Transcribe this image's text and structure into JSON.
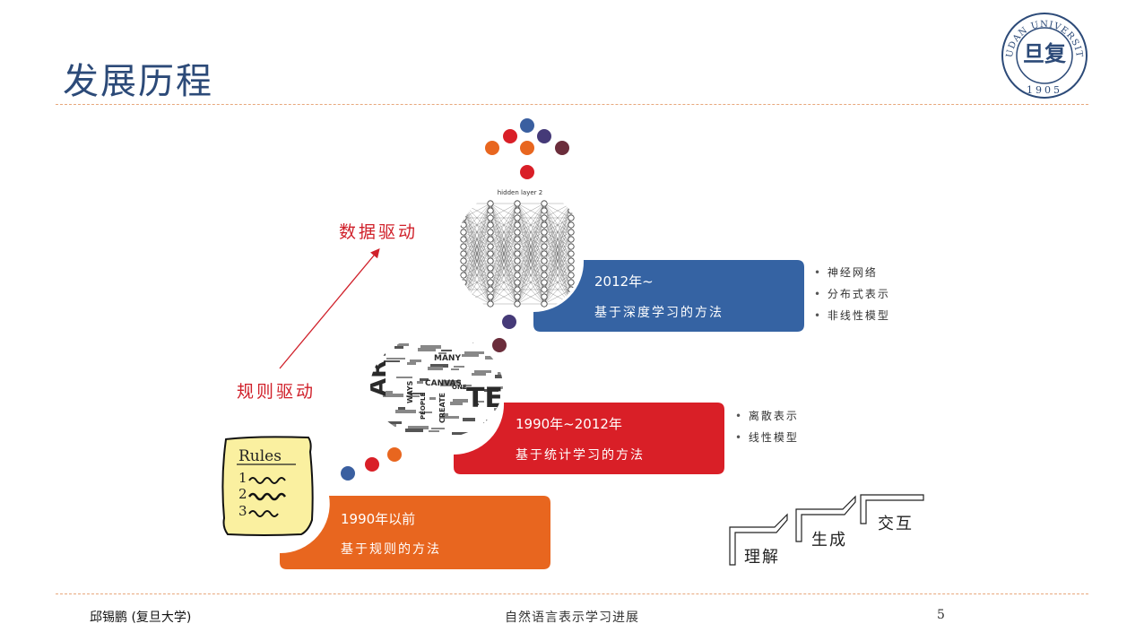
{
  "slide": {
    "title": "发展历程",
    "page_number": "5"
  },
  "logo": {
    "arc_text": "FUDAN UNIVERSITY",
    "year": "1905",
    "glyph": "旦复"
  },
  "drivers": {
    "rule": "规则驱动",
    "data": "数据驱动"
  },
  "rules_note": {
    "heading": "Rules",
    "items": [
      "1",
      "2",
      "3"
    ]
  },
  "nn_caption": "hidden layer 2",
  "wordcloud_words": [
    "ART",
    "TEX",
    "CANVAS",
    "MANY",
    "WAYS",
    "CREATE",
    "PEOPLE",
    "ONE"
  ],
  "stages": [
    {
      "year": "1990年以前",
      "method": "基于规则的方法",
      "color": "#e8661f"
    },
    {
      "year": "1990年~2012年",
      "method": "基于统计学习的方法",
      "color": "#d91f27",
      "bullets": [
        "离散表示",
        "线性模型"
      ]
    },
    {
      "year": "2012年~",
      "method": "基于深度学习的方法",
      "color": "#3563a3",
      "bullets": [
        "神经网络",
        "分布式表示",
        "非线性模型"
      ]
    }
  ],
  "steps": [
    "理解",
    "生成",
    "交互"
  ],
  "footer": {
    "author": "邱锡鹏 (复旦大学)",
    "course": "自然语言表示学习进展"
  }
}
